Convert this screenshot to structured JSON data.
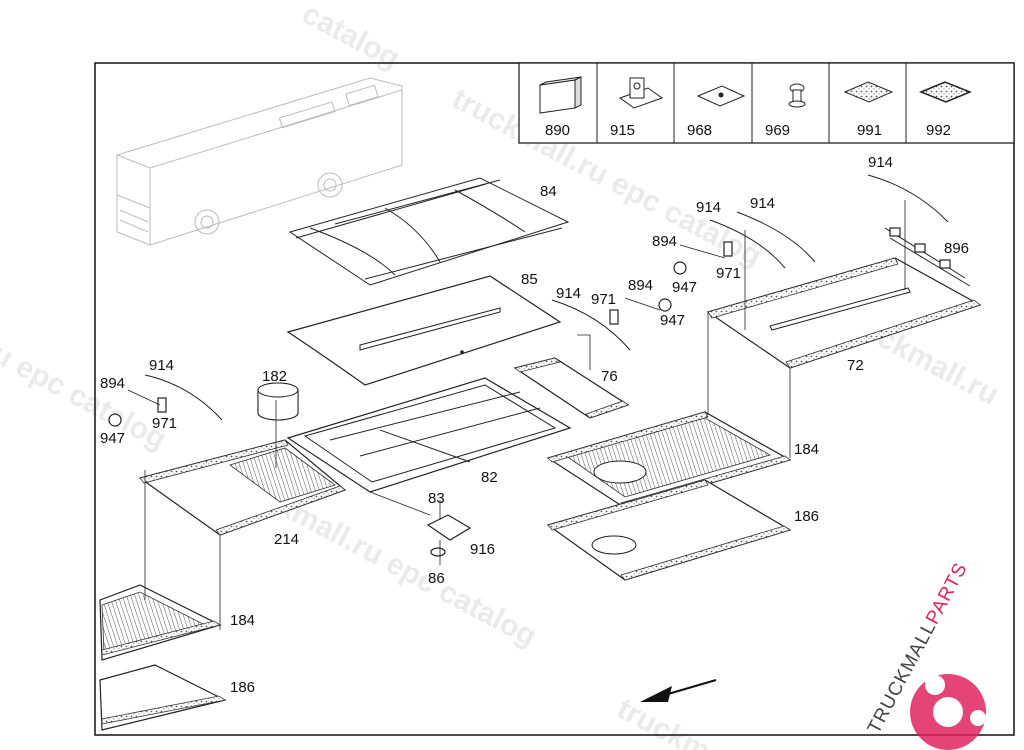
{
  "legend": {
    "items": [
      {
        "code": "890",
        "icon": "strip-part-icon"
      },
      {
        "code": "915",
        "icon": "bracket-part-icon"
      },
      {
        "code": "968",
        "icon": "plate-part-icon"
      },
      {
        "code": "969",
        "icon": "screw-part-icon"
      },
      {
        "code": "991",
        "icon": "pad-part-icon"
      },
      {
        "code": "992",
        "icon": "mesh-pad-part-icon"
      }
    ]
  },
  "callouts": {
    "c84": "84",
    "c85": "85",
    "c72": "72",
    "c76": "76",
    "c82": "82",
    "c83": "83",
    "c86": "86",
    "c182": "182",
    "c184a": "184",
    "c184b": "184",
    "c186a": "186",
    "c186b": "186",
    "c214": "214",
    "c896": "896",
    "c914a": "914",
    "c914b": "914",
    "c914c": "914",
    "c914d": "914",
    "c914e": "914",
    "c894a": "894",
    "c894b": "894",
    "c894c": "894",
    "c971a": "971",
    "c971b": "971",
    "c971c": "971",
    "c947a": "947",
    "c947b": "947",
    "c947c": "947",
    "c916": "916"
  },
  "watermarks": {
    "w1": "catalog",
    "w2": "truckmall.ru epc catalog",
    "w3": "truckmall.ru",
    "w4": "u epc catalog",
    "w5": "truckmall.ru epc catalog",
    "w6": "truckm"
  },
  "brand": {
    "name_dark": "TRUCKMALL",
    "name_accent": "PARTS",
    "accent_color": "#e0245e"
  }
}
